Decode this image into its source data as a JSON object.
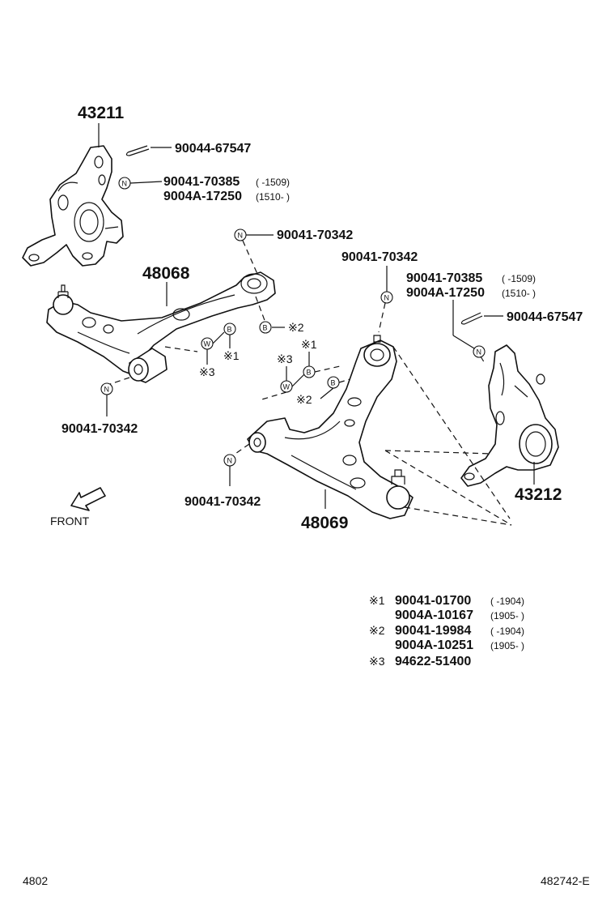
{
  "diagram": {
    "callouts": {
      "p43211": "43211",
      "p48068": "48068",
      "p48069": "48069",
      "p43212": "43212",
      "pin_left": "90044-67547",
      "nut_left_1": "90041-70385",
      "nut_left_1_date": "(      -1509)",
      "nut_left_2": "9004A-17250",
      "nut_left_2_date": "(1510-      )",
      "nut_top": "90041-70342",
      "nut_bottom_left": "90041-70342",
      "nut_center": "90041-70342",
      "nut_right_1": "90041-70385",
      "nut_right_1_date": "(      -1509)",
      "nut_right_2": "9004A-17250",
      "nut_right_2_date": "(1510-      )",
      "pin_right": "90044-67547",
      "nut_lower_center": "90041-70342",
      "note2_a": "※2",
      "note1_a": "※1",
      "note3_a": "※3",
      "note3_b": "※3",
      "note1_b": "※1",
      "note2_b": "※2"
    },
    "front_label": "FRONT",
    "symbols": {
      "nut": "N",
      "bolt": "B",
      "washer": "W"
    }
  },
  "legend": [
    {
      "mark": "※1",
      "part": "90041-01700",
      "date": "(       -1904)"
    },
    {
      "mark": "",
      "part": "9004A-10167",
      "date": "(1905-        )"
    },
    {
      "mark": "※2",
      "part": "90041-19984",
      "date": "(       -1904)"
    },
    {
      "mark": "",
      "part": "9004A-10251",
      "date": "(1905-        )"
    },
    {
      "mark": "※3",
      "part": "94622-51400",
      "date": ""
    }
  ],
  "footer": {
    "page_code": "4802",
    "figure_id": "482742-E"
  }
}
